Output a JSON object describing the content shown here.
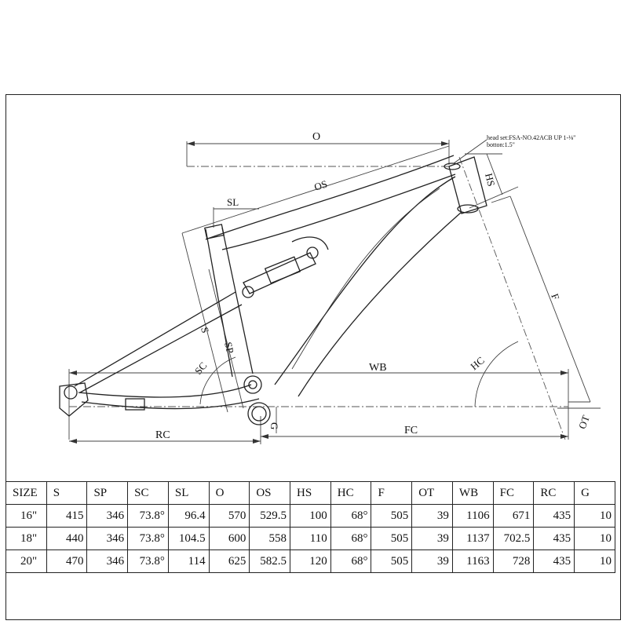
{
  "diagram": {
    "headset_note_line1": "head set:FSA-NO.42ACB  UP 1-⅛\"",
    "headset_note_line2": "botton:1.5\"",
    "labels": {
      "O": "O",
      "OS": "OS",
      "HS": "HS",
      "SL": "SL",
      "S": "S",
      "SP": "SP",
      "SC": "SC",
      "F": "F",
      "HC": "HC",
      "WB": "WB",
      "OT": "OT",
      "RC": "RC",
      "FC": "FC",
      "G": "G"
    }
  },
  "table": {
    "headers": [
      "SIZE",
      "S",
      "SP",
      "SC",
      "SL",
      "O",
      "OS",
      "HS",
      "HC",
      "F",
      "OT",
      "WB",
      "FC",
      "RC",
      "G"
    ],
    "rows": [
      [
        "16\"",
        "415",
        "346",
        "73.8°",
        "96.4",
        "570",
        "529.5",
        "100",
        "68°",
        "505",
        "39",
        "1106",
        "671",
        "435",
        "10"
      ],
      [
        "18\"",
        "440",
        "346",
        "73.8°",
        "104.5",
        "600",
        "558",
        "110",
        "68°",
        "505",
        "39",
        "1137",
        "702.5",
        "435",
        "10"
      ],
      [
        "20\"",
        "470",
        "346",
        "73.8°",
        "114",
        "625",
        "582.5",
        "120",
        "68°",
        "505",
        "39",
        "1163",
        "728",
        "435",
        "10"
      ]
    ]
  }
}
